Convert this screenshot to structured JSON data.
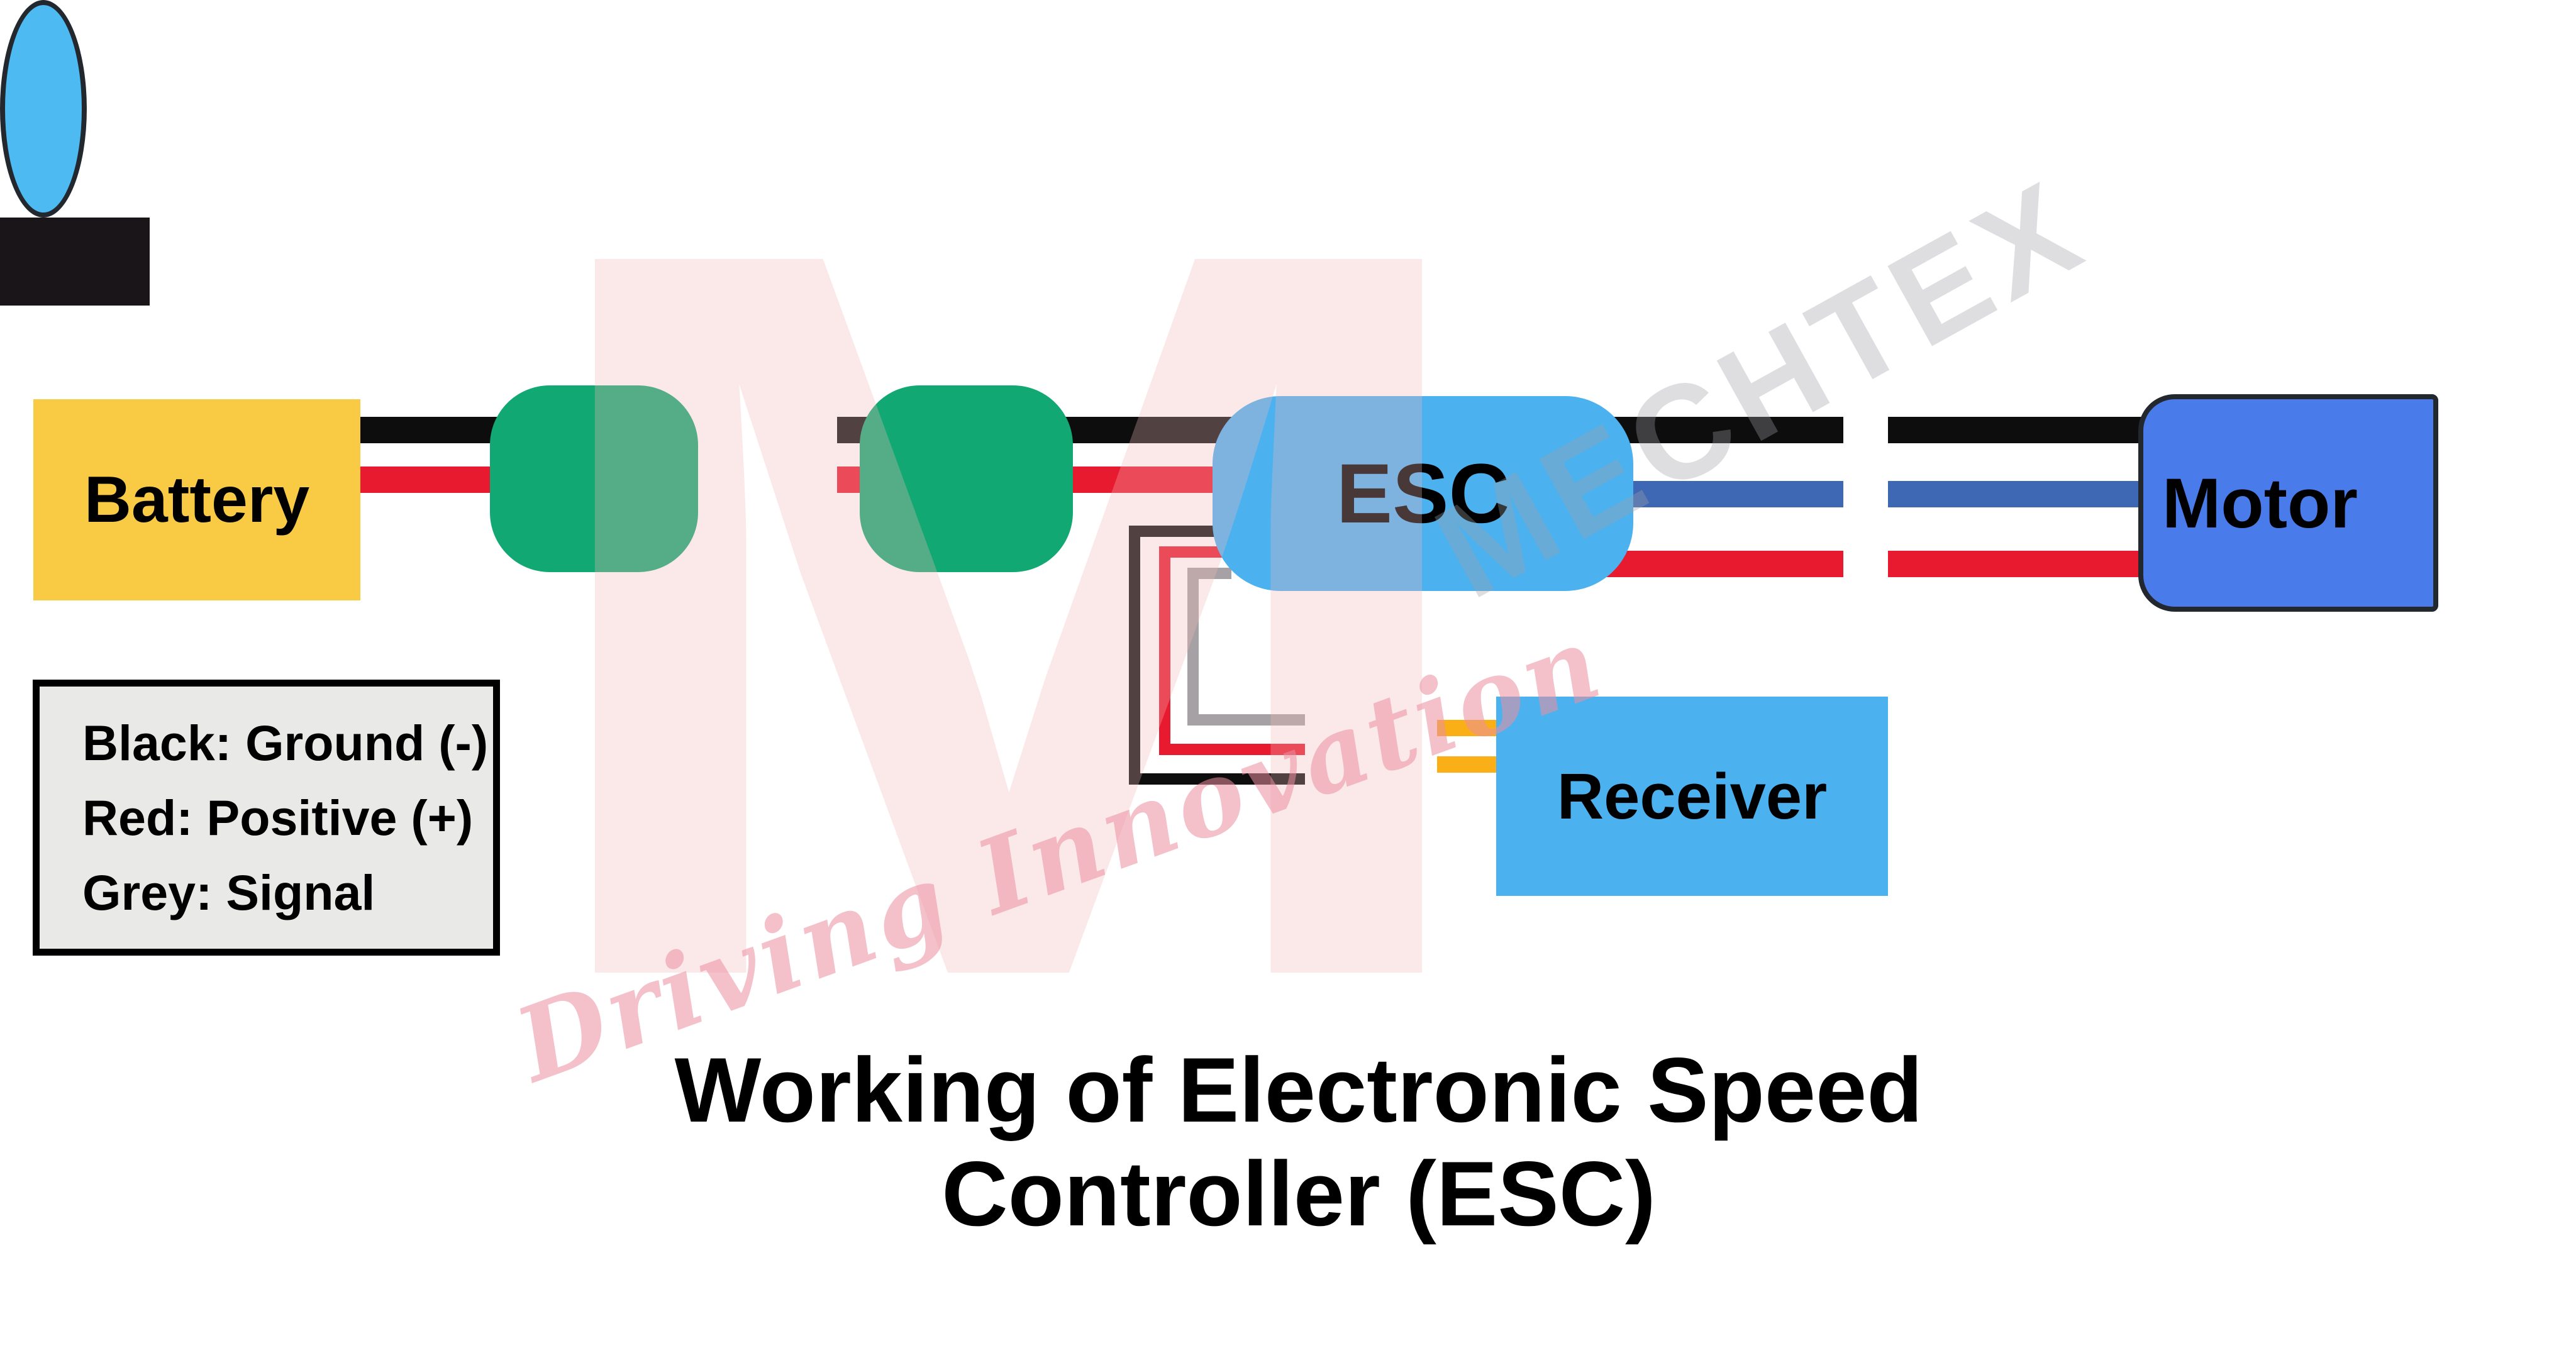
{
  "diagram": {
    "battery": {
      "label": "Battery"
    },
    "connectors": {
      "count": 2
    },
    "esc": {
      "label": "ESC"
    },
    "motor": {
      "label": "Motor"
    },
    "receiver": {
      "label": "Receiver"
    },
    "legend": {
      "lines": [
        "Black: Ground (-)",
        "Red: Positive (+)",
        "Grey: Signal"
      ]
    },
    "title": {
      "line1": "Working of Electronic Speed",
      "line2": "Controller (ESC)"
    },
    "watermark": {
      "logo_letter": "M",
      "brand": "MECHTEX",
      "tagline": "Driving Innovation"
    }
  },
  "colors": {
    "battery-yellow": "#f9cb45",
    "connector-green": "#11a873",
    "unit-blue": "#4bb1ef",
    "motor-body": "#4a7beb",
    "motor-face": "#4dbaf2",
    "outline": "#23282f",
    "wire-black": "#0d0d0d",
    "wire-red": "#e81a2f",
    "wire-blue": "#3e68b3",
    "wire-grey": "#a6a1a4",
    "gold": "#fbaf17",
    "servo-black": "#1a1518",
    "legend-bg": "#e9e9e7",
    "legend-border": "#000000",
    "text": "#000000",
    "wm-pink": "#f2b9b9",
    "wm-grey": "#9fa0a8",
    "wm-rose": "#ec8f9f"
  }
}
